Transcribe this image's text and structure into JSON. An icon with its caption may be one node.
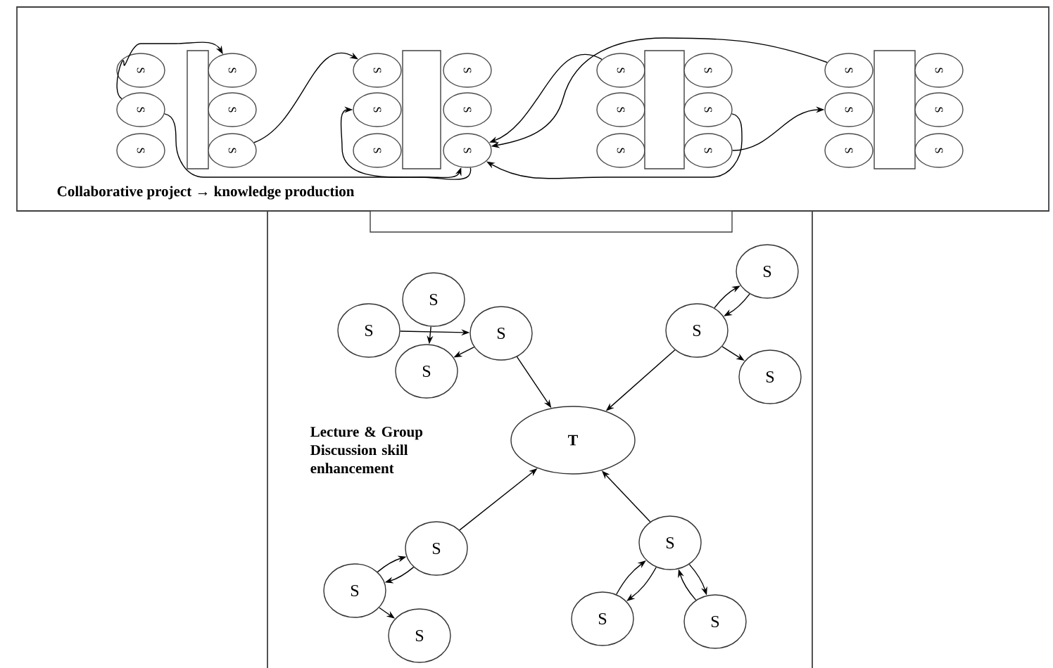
{
  "diagram": {
    "nodes": [
      {
        "text": [
          "Collaborative project → knowledge production"
        ]
      },
      {
        "text": [
          "Lecture & Group Discussion skill enhancement"
        ]
      },
      {
        "text": [
          "S"
        ],
        "in": 0
      },
      {
        "text": [
          "S"
        ],
        "in": 0
      },
      {
        "text": [
          "S"
        ],
        "in": 0
      },
      {
        "text": [],
        "shape": "box",
        "in": 0
      },
      {
        "text": [
          "S"
        ],
        "in": 0
      },
      {
        "text": [
          "S"
        ],
        "in": 0
      },
      {
        "text": [
          "S"
        ],
        "in": 0
      },
      {
        "text": [
          "S"
        ],
        "in": 0
      },
      {
        "text": [
          "S"
        ],
        "in": 0
      },
      {
        "text": [
          "S"
        ],
        "in": 0
      },
      {
        "text": [],
        "shape": "box",
        "in": 0
      },
      {
        "text": [
          "S"
        ],
        "in": 0
      },
      {
        "text": [
          "S"
        ],
        "in": 0
      },
      {
        "text": [
          "S"
        ],
        "in": 0
      },
      {
        "text": [
          "S"
        ],
        "in": 0
      },
      {
        "text": [
          "S"
        ],
        "in": 0
      },
      {
        "text": [
          "S"
        ],
        "in": 0
      },
      {
        "text": [],
        "shape": "box",
        "in": 0
      },
      {
        "text": [
          "S"
        ],
        "in": 0
      },
      {
        "text": [
          "S"
        ],
        "in": 0
      },
      {
        "text": [
          "S"
        ],
        "in": 0
      },
      {
        "text": [
          "S"
        ],
        "in": 0
      },
      {
        "text": [
          "S"
        ],
        "in": 0
      },
      {
        "text": [
          "S"
        ],
        "in": 0
      },
      {
        "text": [],
        "shape": "box",
        "in": 0
      },
      {
        "text": [
          "S"
        ],
        "in": 0
      },
      {
        "text": [
          "S"
        ],
        "in": 0
      },
      {
        "text": [
          "S"
        ],
        "in": 0
      },
      {
        "text": [
          "S"
        ],
        "in": 1
      },
      {
        "text": [
          "S"
        ],
        "in": 1
      },
      {
        "text": [
          "S"
        ],
        "in": 1
      },
      {
        "text": [
          "S"
        ],
        "in": 1
      },
      {
        "text": [
          "S"
        ],
        "in": 1
      },
      {
        "text": [
          "S"
        ],
        "in": 1
      },
      {
        "text": [
          "S"
        ],
        "in": 1
      },
      {
        "text": [
          "T"
        ],
        "in": 1
      },
      {
        "text": [
          "S"
        ],
        "in": 1
      },
      {
        "text": [
          "S"
        ],
        "in": 1
      },
      {
        "text": [
          "S"
        ],
        "in": 1
      },
      {
        "text": [
          "S"
        ],
        "in": 1
      },
      {
        "text": [
          "S"
        ],
        "in": 1
      },
      {
        "text": [
          "S"
        ],
        "in": 1
      },
      {
        "text": [],
        "shape": "box",
        "in": 1
      }
    ],
    "edges": [
      {
        "from": 3,
        "to": 6,
        "arrow": "to"
      },
      {
        "from": 3,
        "to": 15,
        "arrow": "to"
      },
      {
        "from": 8,
        "to": 9,
        "arrow": "to"
      },
      {
        "from": 15,
        "to": 10,
        "arrow": "to"
      },
      {
        "from": 16,
        "to": 15,
        "arrow": "to"
      },
      {
        "from": 23,
        "to": 15,
        "arrow": "to"
      },
      {
        "from": 21,
        "to": 15,
        "arrow": "to"
      },
      {
        "from": 22,
        "to": 24,
        "arrow": "to"
      },
      {
        "from": 30,
        "to": 32,
        "arrow": "to"
      },
      {
        "from": 31,
        "to": 33,
        "arrow": "to"
      },
      {
        "from": 32,
        "to": 33,
        "arrow": "to"
      },
      {
        "from": 32,
        "to": 37,
        "arrow": "to"
      },
      {
        "from": 34,
        "to": 35,
        "arrow": "to"
      },
      {
        "from": 35,
        "to": 34,
        "arrow": "to"
      },
      {
        "from": 35,
        "to": 36,
        "arrow": "to"
      },
      {
        "from": 35,
        "to": 37,
        "arrow": "to"
      },
      {
        "from": 38,
        "to": 37,
        "arrow": "to"
      },
      {
        "from": 39,
        "to": 38,
        "arrow": "to"
      },
      {
        "from": 38,
        "to": 39,
        "arrow": "to"
      },
      {
        "from": 39,
        "to": 40,
        "arrow": "to"
      },
      {
        "from": 41,
        "to": 37,
        "arrow": "to"
      },
      {
        "from": 42,
        "to": 41,
        "arrow": "to"
      },
      {
        "from": 41,
        "to": 42,
        "arrow": "to"
      },
      {
        "from": 43,
        "to": 41,
        "arrow": "to"
      },
      {
        "from": 41,
        "to": 43,
        "arrow": "to"
      }
    ]
  }
}
